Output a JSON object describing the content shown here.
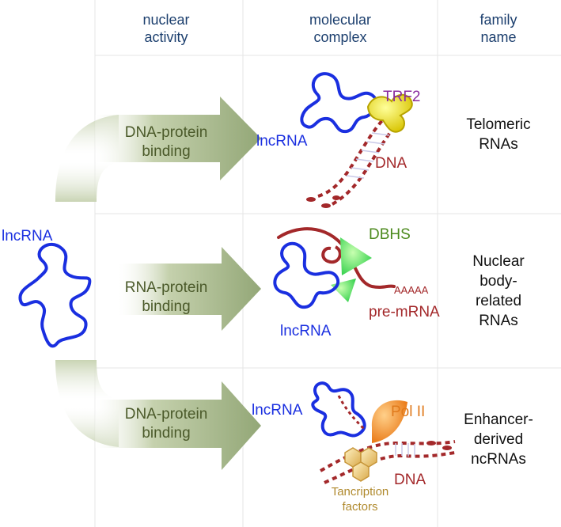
{
  "headers": {
    "activity": "nuclear\nactivity",
    "complex": "molecular\ncomplex",
    "family": "family\nname"
  },
  "source": {
    "label": "lncRNA"
  },
  "rows": [
    {
      "activity": "DNA-protein\nbinding",
      "family": "Telomeric\nRNAs",
      "labels": {
        "protein": "TRF2",
        "rna": "lncRNA",
        "dna": "DNA"
      }
    },
    {
      "activity": "RNA-protein\nbinding",
      "family": "Nuclear\nbody-\nrelated\nRNAs",
      "labels": {
        "protein": "DBHS",
        "rna": "lncRNA",
        "premrna": "pre-mRNA",
        "polya": "AAAAA"
      }
    },
    {
      "activity": "DNA-protein\nbinding",
      "family": "Enhancer-\nderived\nncRNAs",
      "labels": {
        "rna": "lncRNA",
        "pol": "Pol II",
        "dna": "DNA",
        "tf": "Tancription\nfactors"
      }
    }
  ],
  "colors": {
    "lncrna": "#1a2fe0",
    "dna": "#a3282a",
    "trf2": "#8a2c9e",
    "dbhs": "#4c8a1e",
    "pol": "#e07a1c",
    "tf": "#b08a2e",
    "arrow": "#a9b98c",
    "header": "#1c3f6e",
    "gridline": "#e6e6e6"
  }
}
